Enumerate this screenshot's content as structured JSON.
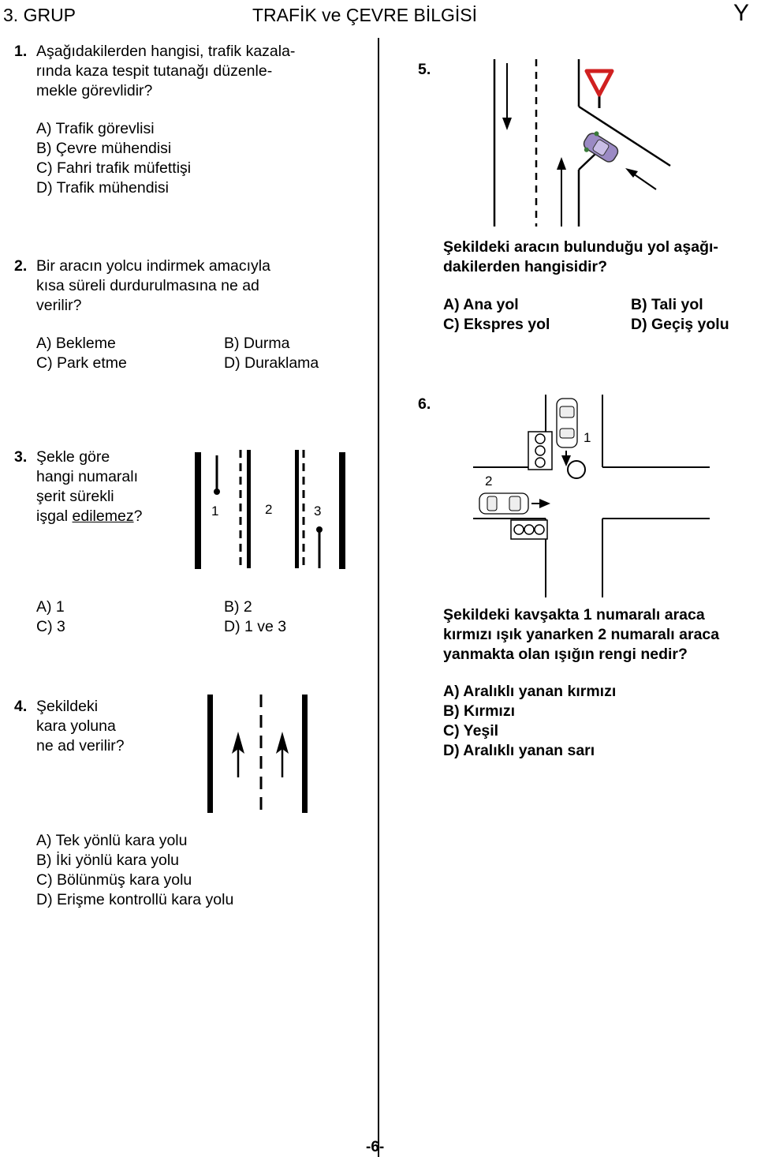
{
  "header": {
    "group": "3. GRUP",
    "subject": "TRAFİK ve ÇEVRE BİLGİSİ",
    "booklet": "Y"
  },
  "q1": {
    "number": "1.",
    "stem": [
      "Aşağıdakilerden hangisi, trafik kazala-",
      "rında kaza tespit tutanağı düzenle-",
      "mekle görevlidir?"
    ],
    "options": [
      "A) Trafik görevlisi",
      "B) Çevre mühendisi",
      "C) Fahri trafik müfettişi",
      "D) Trafik mühendisi"
    ]
  },
  "q2": {
    "number": "2.",
    "stem": [
      "Bir aracın yolcu indirmek amacıyla",
      "kısa süreli durdurulmasına ne ad",
      "verilir?"
    ],
    "options": [
      "A) Bekleme",
      "B) Durma",
      "C) Park etme",
      "D) Duraklama"
    ]
  },
  "q3": {
    "number": "3.",
    "stem": [
      "Şekle göre",
      "hangi numaralı",
      "şerit sürekli",
      "işgal "
    ],
    "stem_underlined": "edilemez",
    "stem_end": "?",
    "lane_labels": [
      "1",
      "2",
      "3"
    ],
    "options": [
      "A) 1",
      "B) 2",
      "C) 3",
      "D) 1 ve 3"
    ]
  },
  "q4": {
    "number": "4.",
    "stem": [
      "Şekildeki",
      "kara yoluna",
      "ne ad verilir?"
    ],
    "options": [
      "A) Tek yönlü kara yolu",
      "B) İki yönlü kara yolu",
      "C) Bölünmüş kara yolu",
      "D) Erişme kontrollü kara yolu"
    ]
  },
  "q5": {
    "number": "5.",
    "stem": [
      "Şekildeki aracın bulunduğu yol aşağı-",
      "dakilerden hangisidir?"
    ],
    "options": [
      "A) Ana yol",
      "B) Tali yol",
      "C) Ekspres yol",
      "D) Geçiş yolu"
    ],
    "car_color": "#9b8ac4"
  },
  "q6": {
    "number": "6.",
    "vehicle_labels": [
      "1",
      "2"
    ],
    "stem": [
      "Şekildeki kavşakta 1 numaralı araca",
      "kırmızı ışık yanarken 2 numaralı araca",
      "yanmakta olan ışığın rengi nedir?"
    ],
    "options": [
      "A) Aralıklı yanan kırmızı",
      "B) Kırmızı",
      "C) Yeşil",
      "D) Aralıklı yanan sarı"
    ]
  },
  "footer": {
    "page": "-6-"
  }
}
